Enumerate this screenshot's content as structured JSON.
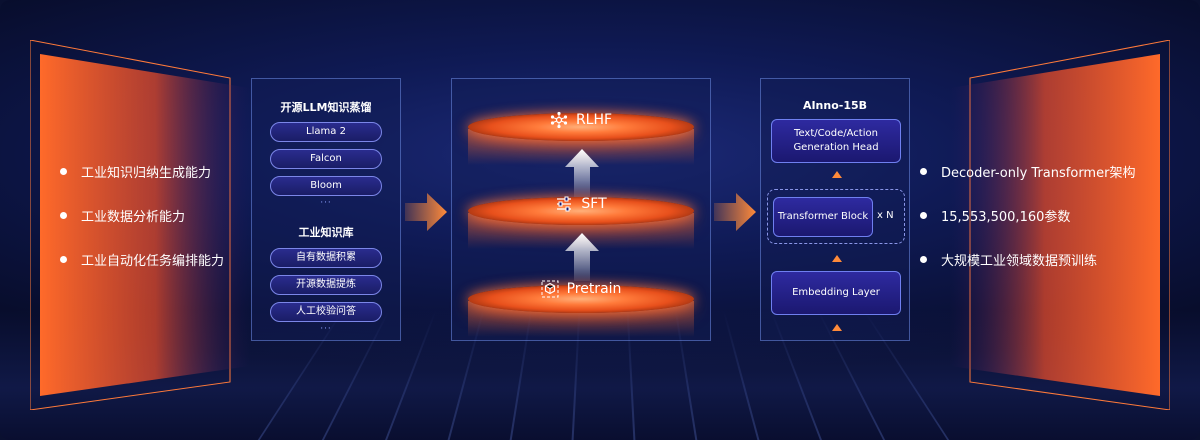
{
  "left_features": [
    "工业知识归纳生成能力",
    "工业数据分析能力",
    "工业自动化任务编排能力"
  ],
  "right_features": [
    "Decoder-only Transformer架构",
    "15,553,500,160参数",
    "大规模工业领域数据预训练"
  ],
  "distill_panel": {
    "title": "开源LLM知识蒸馏",
    "models": [
      "Llama 2",
      "Falcon",
      "Bloom"
    ],
    "models_more": "···",
    "kb_title": "工业知识库",
    "kb_items": [
      "自有数据积累",
      "开源数据提炼",
      "人工校验问答"
    ],
    "kb_more": "···"
  },
  "stages": [
    {
      "label": "RLHF",
      "icon": "network-icon"
    },
    {
      "label": "SFT",
      "icon": "sliders-icon"
    },
    {
      "label": "Pretrain",
      "icon": "cube-icon"
    }
  ],
  "model_panel": {
    "title": "AInno-15B",
    "head": "Text/Code/Action Generation Head",
    "block": "Transformer Block",
    "repeat": "x N",
    "embedding": "Embedding Layer"
  },
  "colors": {
    "accent_orange": "#ff6a2a",
    "panel_border": "#6e8ce6",
    "pill_border": "#7b86e8",
    "background": "#0f1a55"
  }
}
